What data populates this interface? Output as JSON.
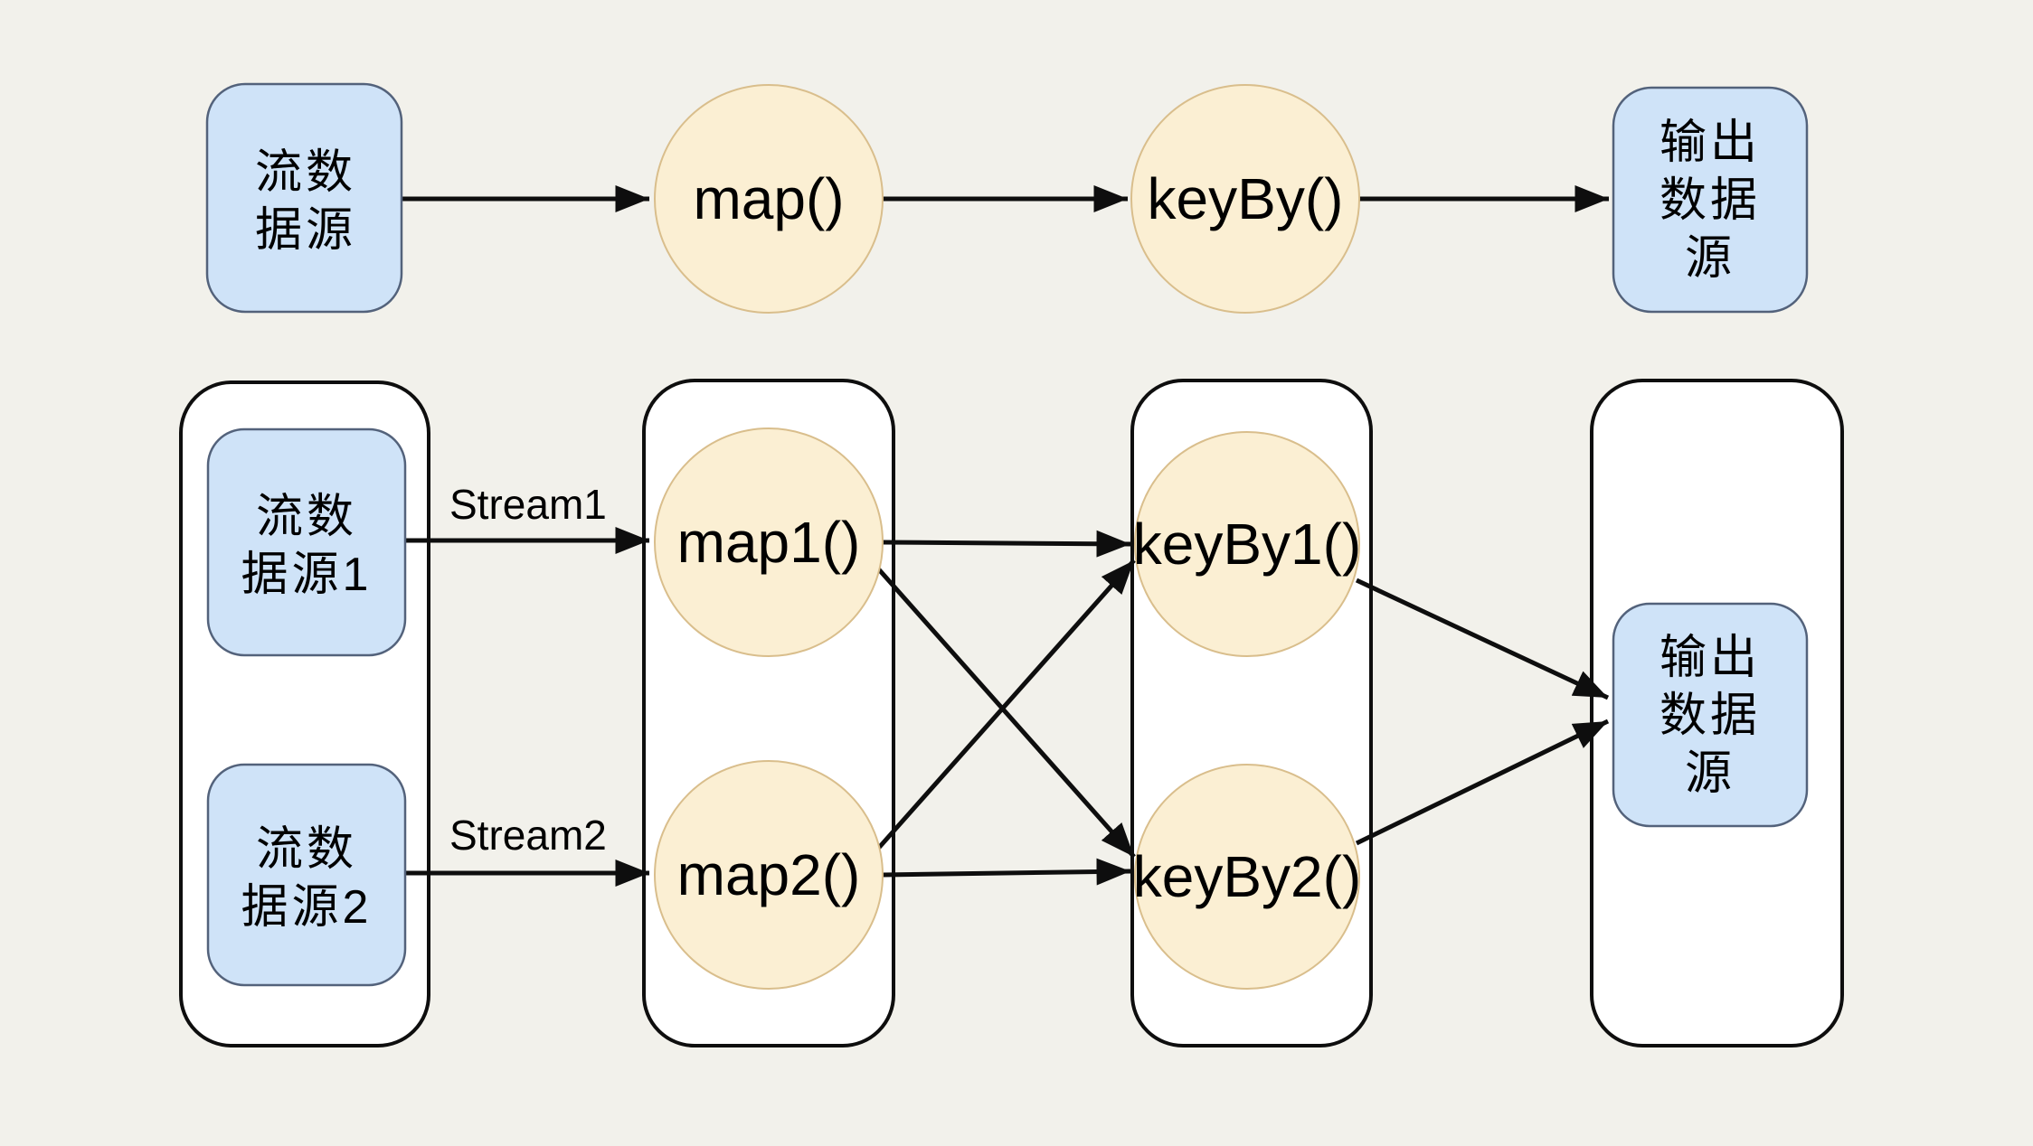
{
  "diagram": {
    "title_semantics": "stream dataflow operator chaining diagram",
    "colors": {
      "background": "#F2F1EB",
      "source_sink_fill": "#CFE3F8",
      "source_sink_border": "#53627B",
      "operator_fill": "#FBEFD3",
      "operator_border": "#D9BE8C",
      "task_container_fill": "#FFFFFF",
      "task_container_border": "#0E0E0E",
      "edge_color": "#0E0E0E",
      "text_color": "#000000"
    },
    "top": {
      "source": {
        "lines": [
          "流数",
          "据源"
        ]
      },
      "map": {
        "label": "map()"
      },
      "keyby": {
        "label": "keyBy()"
      },
      "sink": {
        "lines": [
          "输出",
          "数据",
          "源"
        ]
      }
    },
    "bottom": {
      "source1": {
        "lines": [
          "流数",
          "据源1"
        ]
      },
      "source2": {
        "lines": [
          "流数",
          "据源2"
        ]
      },
      "stream1_label": "Stream1",
      "stream2_label": "Stream2",
      "map1": {
        "label": "map1()"
      },
      "map2": {
        "label": "map2()"
      },
      "keyby1": {
        "label": "keyBy1()"
      },
      "keyby2": {
        "label": "keyBy2()"
      },
      "sink": {
        "lines": [
          "输出",
          "数据",
          "源"
        ]
      }
    },
    "edges": [
      {
        "from": "流数据源",
        "to": "map()",
        "label": ""
      },
      {
        "from": "map()",
        "to": "keyBy()",
        "label": ""
      },
      {
        "from": "keyBy()",
        "to": "输出数据源",
        "label": ""
      },
      {
        "from": "流数据源1",
        "to": "map1()",
        "label": "Stream1"
      },
      {
        "from": "流数据源2",
        "to": "map2()",
        "label": "Stream2"
      },
      {
        "from": "map1()",
        "to": "keyBy1()",
        "label": ""
      },
      {
        "from": "map1()",
        "to": "keyBy2()",
        "label": ""
      },
      {
        "from": "map2()",
        "to": "keyBy1()",
        "label": ""
      },
      {
        "from": "map2()",
        "to": "keyBy2()",
        "label": ""
      },
      {
        "from": "keyBy1()",
        "to": "输出数据源",
        "label": ""
      },
      {
        "from": "keyBy2()",
        "to": "输出数据源",
        "label": ""
      }
    ]
  }
}
